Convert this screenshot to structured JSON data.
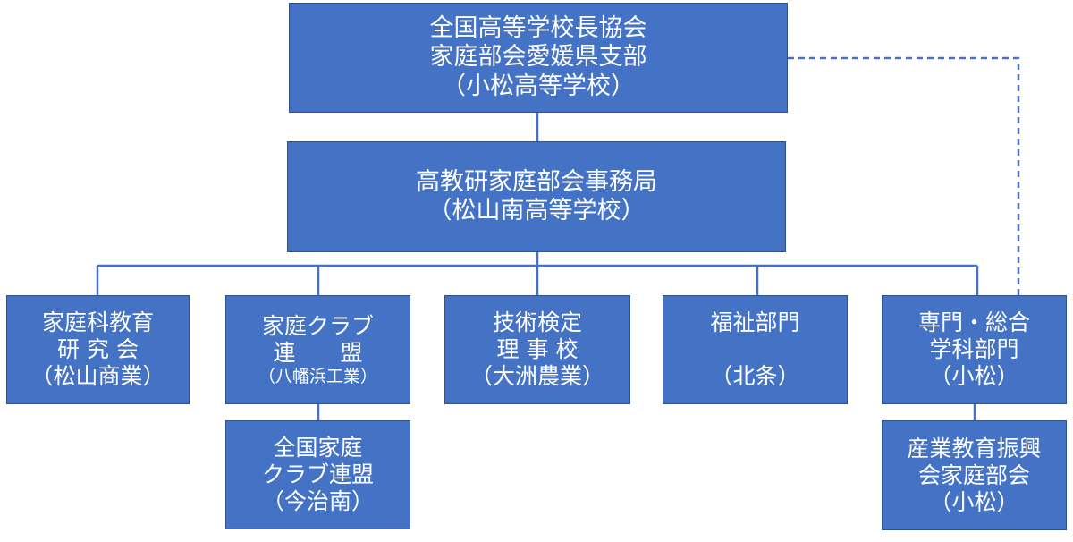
{
  "nodes": {
    "root": {
      "lines": [
        "全国高等学校長協会",
        "家庭部会愛媛県支部",
        "（小松高等学校）"
      ]
    },
    "office": {
      "lines": [
        "高教研家庭部会事務局",
        "（松山南高等学校）"
      ]
    },
    "home_ec": {
      "lines": [
        "家庭科教育",
        "研 究 会",
        "（松山商業）"
      ]
    },
    "club": {
      "lines": [
        "家庭クラブ",
        "連　　盟",
        "（八幡浜工業）"
      ]
    },
    "tech": {
      "lines": [
        "技術検定",
        "理 事 校",
        "（大洲農業）"
      ]
    },
    "welfare": {
      "lines": [
        "福祉部門",
        "（北条）"
      ]
    },
    "specialty": {
      "lines": [
        "専門・総合",
        "学科部門",
        "（小松）"
      ]
    },
    "national_club": {
      "lines": [
        "全国家庭",
        "クラブ連盟",
        "（今治南）"
      ]
    },
    "industry": {
      "lines": [
        "産業教育振興",
        "会家庭部会",
        "（小松）"
      ]
    }
  },
  "colors": {
    "box_fill": "#4472c4",
    "box_border": "#2f528f",
    "connector": "#4472c4",
    "text": "#ffffff"
  }
}
